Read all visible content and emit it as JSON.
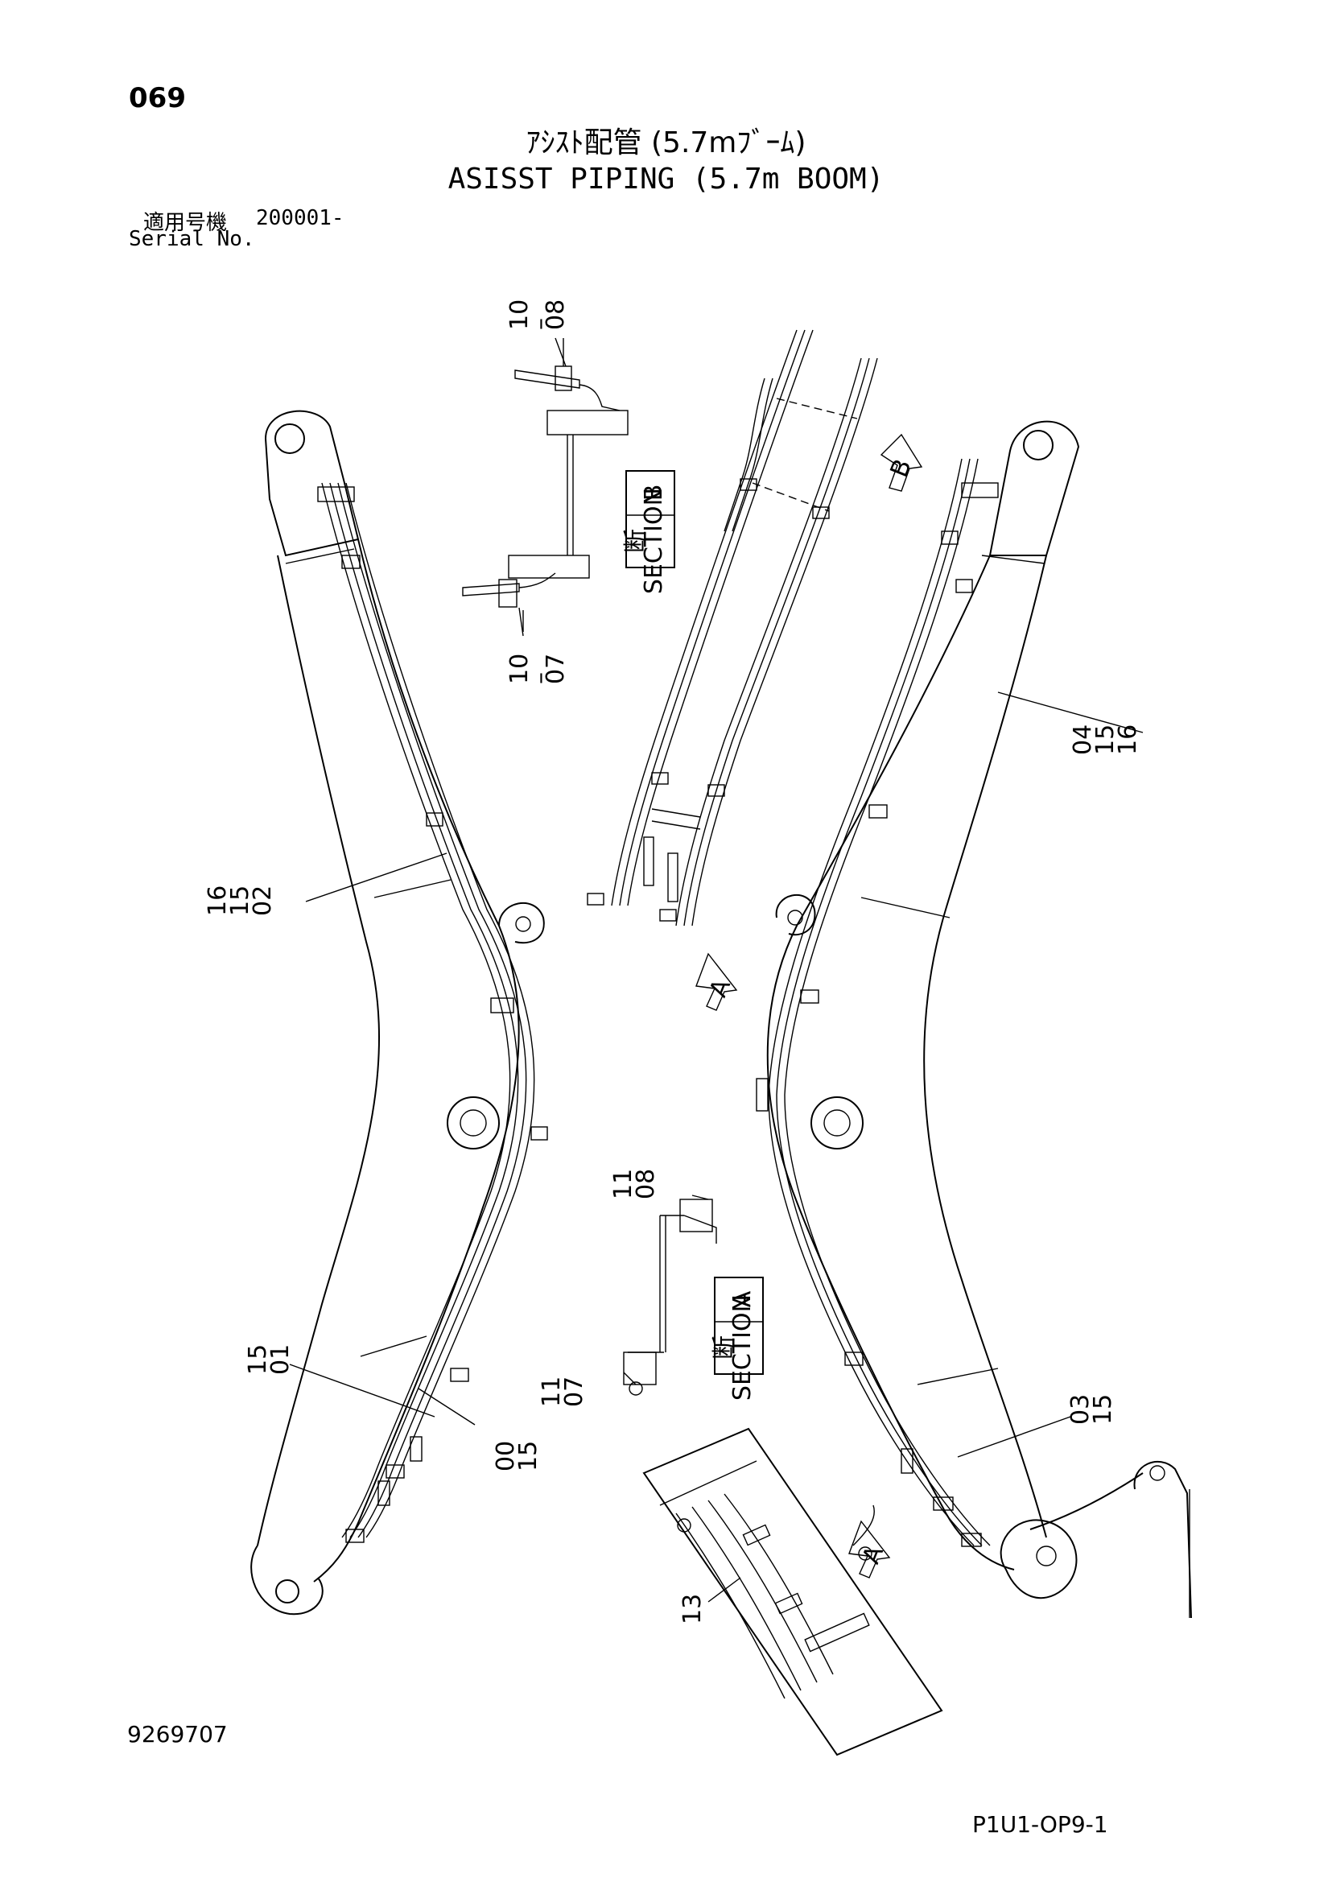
{
  "header": {
    "page_number": "069",
    "title_jp": "ｱｼｽﾄ配管 (5.7mﾌﾞｰﾑ)",
    "title_en": "ASISST PIPING (5.7m BOOM)",
    "serial_label_jp": "適用号機",
    "serial_value": "200001-",
    "serial_label_en": "Serial No."
  },
  "footer": {
    "drawing_number": "9269707",
    "sheet_code": "P1U1-OP9-1"
  },
  "callouts": {
    "c1008": [
      "10",
      "08"
    ],
    "c1007": [
      "10",
      "07"
    ],
    "c041516": [
      "04",
      "15",
      "16"
    ],
    "c161502": [
      "16",
      "15",
      "02"
    ],
    "c1108": [
      "11",
      "08"
    ],
    "c1107": [
      "11",
      "07"
    ],
    "c1501": [
      "15",
      "01"
    ],
    "c0015": [
      "00",
      "15"
    ],
    "c0315": [
      "03",
      "15"
    ],
    "c13": [
      "13"
    ]
  },
  "sections": {
    "section_b": {
      "letter": "B",
      "kanji": "断",
      "word": "SECTION"
    },
    "section_a": {
      "letter": "A",
      "kanji": "断",
      "word": "SECTION"
    }
  },
  "view_arrows": {
    "arrow_b": "B",
    "arrow_a_upper": "A",
    "arrow_a_lower": "A"
  }
}
